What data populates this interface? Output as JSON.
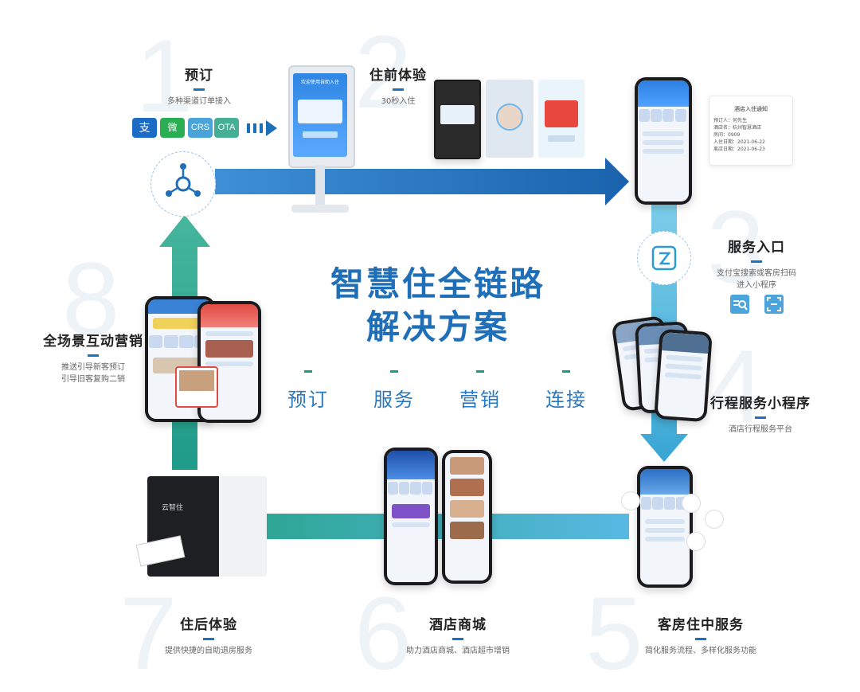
{
  "center_title_line1": "智慧住全链路",
  "center_title_line2": "解决方案",
  "keywords": [
    "预订",
    "服务",
    "营销",
    "连接"
  ],
  "steps": [
    {
      "num": "1",
      "title": "预订",
      "desc": "多种渠道订单接入"
    },
    {
      "num": "2",
      "title": "住前体验",
      "desc": "30秒入住"
    },
    {
      "num": "3",
      "title": "服务入口",
      "desc": "支付宝搜索或客房扫码\n进入小程序"
    },
    {
      "num": "4",
      "title": "行程服务小程序",
      "desc": "酒店行程服务平台"
    },
    {
      "num": "5",
      "title": "客房住中服务",
      "desc": "简化服务流程、多样化服务功能"
    },
    {
      "num": "6",
      "title": "酒店商城",
      "desc": "助力酒店商城、酒店超市增销"
    },
    {
      "num": "7",
      "title": "住后体验",
      "desc": "提供快捷的自助退房服务"
    },
    {
      "num": "8",
      "title": "全场景互动营销",
      "desc": "推送引导新客预订\n引导旧客复购二销"
    }
  ],
  "channels": [
    "支",
    "微",
    "CRS",
    "OTA"
  ],
  "kiosk_screen_text": "欢迎使用自助入住",
  "notification": {
    "title": "酒店入住通知",
    "rows": [
      "预订人：何先生",
      "酒店名：杭州智慧酒店",
      "房间：0909",
      "入住日期：2021-06-22",
      "离店日期：2021-06-23"
    ]
  },
  "printer_brand": "云智住",
  "colors": {
    "blue": "#1f6fb8",
    "teal": "#2ba58f",
    "light_blue": "#5ab8e0"
  }
}
